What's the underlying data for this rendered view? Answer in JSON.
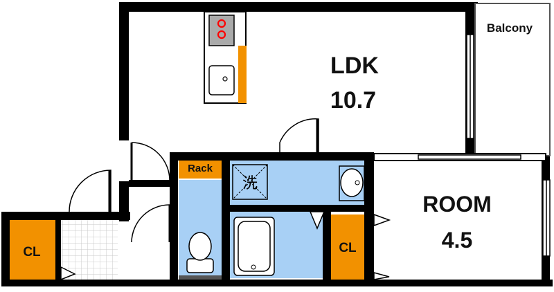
{
  "rooms": {
    "ldk": {
      "name": "LDK",
      "size": "10.7"
    },
    "room": {
      "name": "ROOM",
      "size": "4.5"
    },
    "balcony": {
      "name": "Balcony"
    },
    "rack": {
      "name": "Rack"
    },
    "closet_left": {
      "name": "CL"
    },
    "closet_right": {
      "name": "CL"
    },
    "washer": {
      "symbol": "洗"
    }
  },
  "colors": {
    "wall": "#000000",
    "closet": "#f29100",
    "wet_area": "#a8d0f5",
    "stove_burner": "#ff0000",
    "entrance_tile": "#ffffff",
    "balcony_fill": "#ffffff"
  },
  "icons": [
    "stove-icon",
    "sink-icon",
    "washbasin-icon",
    "toilet-icon",
    "bathtub-icon",
    "washer-icon",
    "door-swing-icon",
    "window-icon"
  ]
}
